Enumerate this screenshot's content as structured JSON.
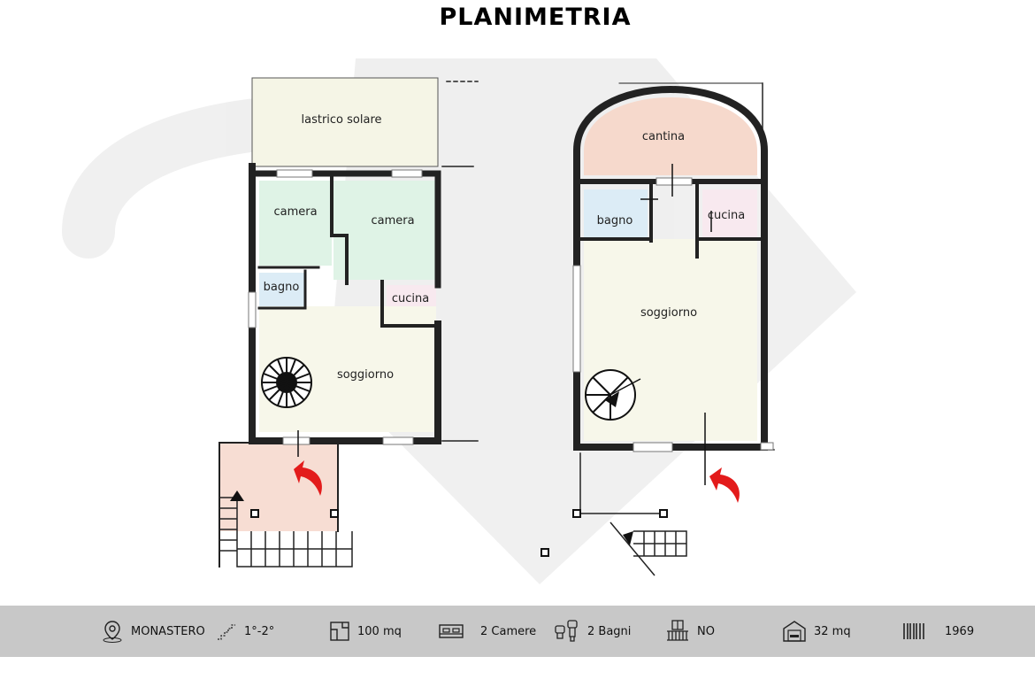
{
  "title": "PLANIMETRIA",
  "left_plan": {
    "rooms": {
      "lastrico": "lastrico solare",
      "camera1": "camera",
      "camera2": "camera",
      "bagno": "bagno",
      "cucina": "cucina",
      "soggiorno": "soggiorno"
    }
  },
  "right_plan": {
    "rooms": {
      "cantina": "cantina",
      "bagno": "bagno",
      "cucina": "cucina",
      "soggiorno": "soggiorno"
    }
  },
  "colors": {
    "lastrico": "#f5f5e6",
    "camera": "#dff3e6",
    "bagno": "#dcecf6",
    "cucina": "#f8e9ef",
    "soggiorno": "#f7f7ea",
    "terrace": "#f7ddd3",
    "cantina": "#f6d9cc",
    "arrow": "#e31b1b",
    "info_bar": "#c8c8c8"
  },
  "info": {
    "location": "MONASTERO",
    "floors": "1°-2°",
    "area": "100 mq",
    "bedrooms": "2 Camere",
    "bathrooms": "2 Bagni",
    "balcony": "NO",
    "garage": "32 mq",
    "year": "1969"
  }
}
